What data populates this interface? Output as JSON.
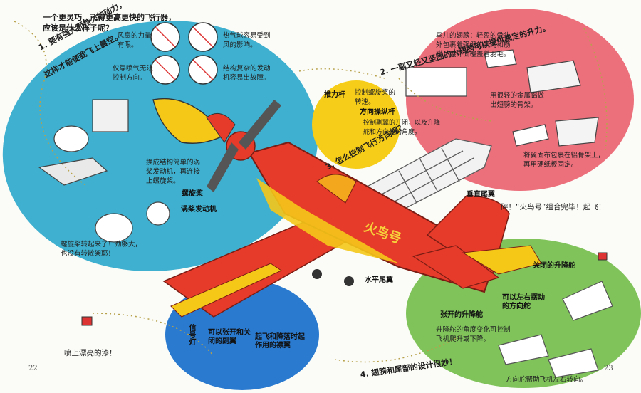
{
  "colors": {
    "blue": "#3fb0cf",
    "pink": "#ec6f7c",
    "yellow": "#f6cd18",
    "green": "#7fc35a",
    "plane_red": "#e63a2a",
    "plane_yellow": "#f5c818"
  },
  "intro": {
    "line1": "一个更灵巧、飞得更高更快的飞行器，",
    "line2": "应该是什么样子呢？"
  },
  "section1": {
    "line1": "1. 要有强大而持久的动力，",
    "line2": "这样才能使我飞上晨空。"
  },
  "section2": {
    "title": "2. 一副又轻又坚固的大翅膀可以提供稳定的升力。"
  },
  "section3": {
    "title": "3. 怎么控制飞行方向呢？"
  },
  "section4": {
    "title": "4. 翅膀和尾部的设计很妙！"
  },
  "blue_notes": {
    "fan": "风扇的力量\n有限。",
    "balloon": "热气球容易受到\n风的影响。",
    "jet": "仅靠喷气无法\n控制方向。",
    "engine": "结构复杂的发动\n机容易出故障。",
    "turbo": "换成结构简单的涡\n桨发动机，再连接\n上螺旋桨。",
    "spin": "螺旋桨转起来了！劲够大，\n也没有转散架耶！"
  },
  "pink_notes": {
    "bird": "鸟儿的翅膀：轻盈的骨头\n外包裹着强健的肌肉和筋\n膜，最外面覆盖着羽毛。",
    "metal": "用很轻的金属铝做\n出翅膀的骨架。",
    "cloth": "将翼面布包裹在铝骨架上，\n再用硬纸板固定。"
  },
  "yellow_notes": {
    "stick_title": "推力杆",
    "stick_text": "控制螺旋桨的\n转速。",
    "rudder_title": "方向操纵杆",
    "rudder_text": "控制副翼的开闭，以及升降\n舵和方向舵的角度。"
  },
  "green_notes": {
    "elevator": "升降舵的角度变化可控制\n飞机爬升或下降。",
    "rudder_help": "方向舵帮助飞机左右转向。",
    "done": "砰！“火鸟号”组合完毕！起飞！"
  },
  "plane_labels": {
    "propeller": "螺旋桨",
    "turboprop": "涡桨发动机",
    "vertical_tail": "垂直尾翼",
    "horizontal_tail": "水平尾翼",
    "closed_elevator": "关闭的升降舵",
    "left_right_rudder": "可以左右摆动\n的方向舵",
    "open_elevator": "张开的升降舵",
    "signal_light": "信号灯",
    "aileron": "可以张开和关\n闭的副翼",
    "flap": "起飞和降落时起\n作用的襟翼",
    "paint": "喷上漂亮的漆！",
    "name": "火鸟号"
  },
  "pages": {
    "left": "22",
    "right": "23"
  }
}
